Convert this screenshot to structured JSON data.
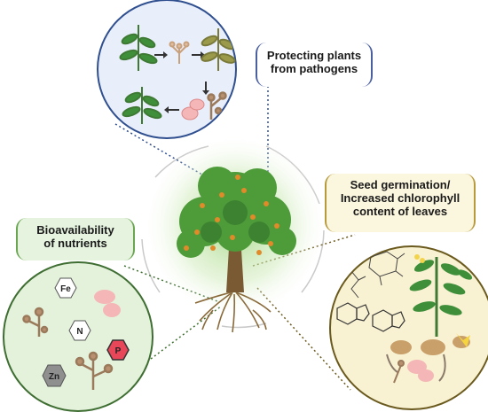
{
  "labels": {
    "pathogens": [
      "Protecting plants",
      "from pathogens"
    ],
    "nutrients": [
      "Bioavailability",
      "of nutrients"
    ],
    "germination": [
      "Seed germination/",
      "Increased chlorophyll",
      "content of leaves"
    ]
  },
  "elements": {
    "fe": "Fe",
    "n": "N",
    "p": "P",
    "zn": "Zn"
  },
  "colors": {
    "blue_circle_fill": "#e9eefb",
    "blue_circle_stroke": "#2f4f8f",
    "green_circle_fill": "#e4f2dc",
    "green_circle_stroke": "#3f6e32",
    "yellow_circle_fill": "#f8f1d2",
    "yellow_circle_stroke": "#6b5a1e",
    "tree_foliage": "#4e9b3a",
    "tree_fruit": "#e08a2a"
  }
}
